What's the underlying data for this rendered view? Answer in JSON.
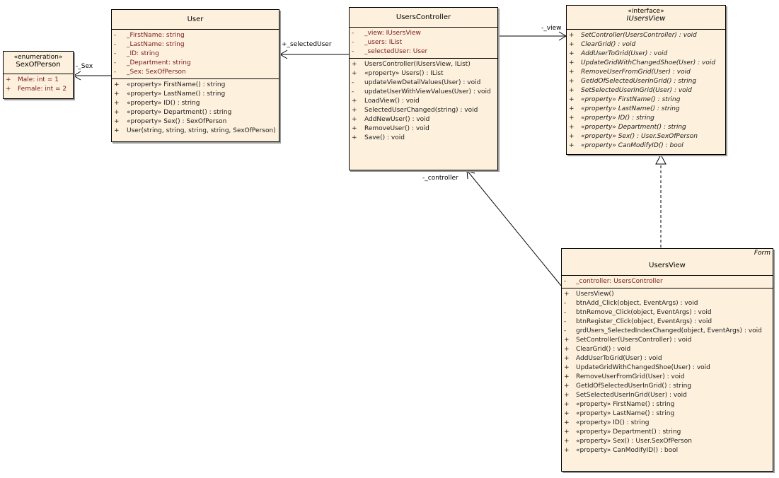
{
  "classes": {
    "sexofperson": {
      "stereotype": "«enumeration»",
      "name": "SexOfPerson",
      "attributes": [
        {
          "vis": "+",
          "text": "Male:  int = 1"
        },
        {
          "vis": "+",
          "text": "Female:  int = 2"
        }
      ]
    },
    "user": {
      "name": "User",
      "attributes": [
        {
          "vis": "-",
          "text": "_FirstName:  string"
        },
        {
          "vis": "-",
          "text": "_LastName:  string"
        },
        {
          "vis": "-",
          "text": "_ID:  string"
        },
        {
          "vis": "-",
          "text": "_Department:  string"
        },
        {
          "vis": "-",
          "text": "_Sex:  SexOfPerson"
        }
      ],
      "operations": [
        {
          "vis": "+",
          "text": "«property» FirstName() : string"
        },
        {
          "vis": "+",
          "text": "«property» LastName() : string"
        },
        {
          "vis": "+",
          "text": "«property» ID() : string"
        },
        {
          "vis": "+",
          "text": "«property» Department() : string"
        },
        {
          "vis": "+",
          "text": "«property» Sex() : SexOfPerson"
        },
        {
          "vis": "+",
          "text": "User(string, string, string, string, SexOfPerson)"
        }
      ]
    },
    "userscontroller": {
      "name": "UsersController",
      "attributes": [
        {
          "vis": "-",
          "text": "_view:  IUsersView"
        },
        {
          "vis": "-",
          "text": "_users:  IList"
        },
        {
          "vis": "-",
          "text": "_selectedUser:  User"
        }
      ],
      "operations": [
        {
          "vis": "+",
          "text": "UsersController(IUsersView, IList)"
        },
        {
          "vis": "+",
          "text": "«property» Users() : IList"
        },
        {
          "vis": "-",
          "text": "updateViewDetailValues(User) : void"
        },
        {
          "vis": "-",
          "text": "updateUserWithViewValues(User) : void"
        },
        {
          "vis": "+",
          "text": "LoadView() : void"
        },
        {
          "vis": "+",
          "text": "SelectedUserChanged(string) : void"
        },
        {
          "vis": "+",
          "text": "AddNewUser() : void"
        },
        {
          "vis": "+",
          "text": "RemoveUser() : void"
        },
        {
          "vis": "+",
          "text": "Save() : void"
        }
      ]
    },
    "iusersview": {
      "stereotype": "«interface»",
      "name": "IUsersView",
      "operations": [
        {
          "vis": "+",
          "text": "SetController(UsersController) : void"
        },
        {
          "vis": "+",
          "text": "ClearGrid() : void"
        },
        {
          "vis": "+",
          "text": "AddUserToGrid(User) : void"
        },
        {
          "vis": "+",
          "text": "UpdateGridWithChangedShoe(User) : void"
        },
        {
          "vis": "+",
          "text": "RemoveUserFromGrid(User) : void"
        },
        {
          "vis": "+",
          "text": "GetIdOfSelectedUserInGrid() : string"
        },
        {
          "vis": "+",
          "text": "SetSelectedUserInGrid(User) : void"
        },
        {
          "vis": "+",
          "text": "«property» FirstName() : string"
        },
        {
          "vis": "+",
          "text": "«property» LastName() : string"
        },
        {
          "vis": "+",
          "text": "«property» ID() : string"
        },
        {
          "vis": "+",
          "text": "«property» Department() : string"
        },
        {
          "vis": "+",
          "text": "«property» Sex() : User.SexOfPerson"
        },
        {
          "vis": "+",
          "text": "«property» CanModifyID() : bool"
        }
      ]
    },
    "usersview": {
      "corner": "Form",
      "name": "UsersView",
      "attributes": [
        {
          "vis": "-",
          "text": "_controller:  UsersController"
        }
      ],
      "operations": [
        {
          "vis": "+",
          "text": "UsersView()"
        },
        {
          "vis": "-",
          "text": "btnAdd_Click(object, EventArgs) : void"
        },
        {
          "vis": "-",
          "text": "btnRemove_Click(object, EventArgs) : void"
        },
        {
          "vis": "-",
          "text": "btnRegister_Click(object, EventArgs) : void"
        },
        {
          "vis": "-",
          "text": "grdUsers_SelectedIndexChanged(object, EventArgs) : void"
        },
        {
          "vis": "+",
          "text": "SetController(UsersController) : void"
        },
        {
          "vis": "+",
          "text": "ClearGrid() : void"
        },
        {
          "vis": "+",
          "text": "AddUserToGrid(User) : void"
        },
        {
          "vis": "+",
          "text": "UpdateGridWithChangedShoe(User) : void"
        },
        {
          "vis": "+",
          "text": "RemoveUserFromGrid(User) : void"
        },
        {
          "vis": "+",
          "text": "GetIdOfSelectedUserInGrid() : string"
        },
        {
          "vis": "+",
          "text": "SetSelectedUserInGrid(User) : void"
        },
        {
          "vis": "+",
          "text": "«property» FirstName() : string"
        },
        {
          "vis": "+",
          "text": "«property» LastName() : string"
        },
        {
          "vis": "+",
          "text": "«property» ID() : string"
        },
        {
          "vis": "+",
          "text": "«property» Department() : string"
        },
        {
          "vis": "+",
          "text": "«property» Sex() : User.SexOfPerson"
        },
        {
          "vis": "+",
          "text": "«property» CanModifyID() : bool"
        }
      ]
    }
  },
  "associations": {
    "sex": "-_Sex",
    "selected_user": "+_selectedUser",
    "view": "-_view",
    "controller": "-_controller"
  }
}
